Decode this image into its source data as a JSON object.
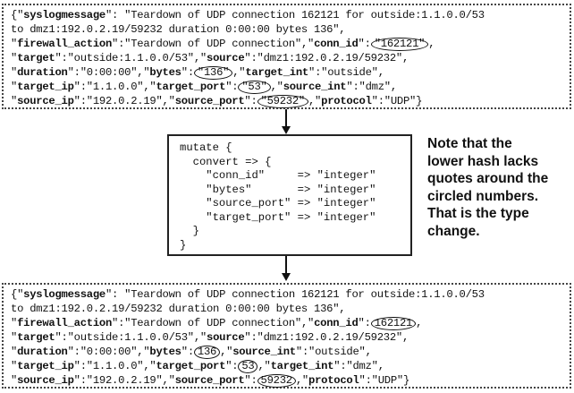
{
  "top_block": {
    "lines": [
      "{\"syslogmessage\": \"Teardown of UDP connection 162121 for outside:1.1.0.0/53",
      "to dmz1:192.0.2.19/59232 duration 0:00:00 bytes 136\",",
      "\"firewall_action\":\"Teardown of UDP connection\",\"conn_id\":\"162121\",",
      "\"target\":\"outside:1.1.0.0/53\",\"source\":\"dmz1:192.0.2.19/59232\",",
      "\"duration\":\"0:00:00\",\"bytes\":\"136\",\"target_int\":\"outside\",",
      "\"target_ip\":\"1.1.0.0\",\"target_port\":\"53\",\"source_int\":\"dmz\",",
      "\"source_ip\":\"192.0.2.19\",\"source_port\":\"59232\",\"protocol\":\"UDP\"}"
    ]
  },
  "mutate_block": {
    "lines": [
      "mutate {",
      "  convert => {",
      "    \"conn_id\"     => \"integer\"",
      "    \"bytes\"       => \"integer\"",
      "    \"source_port\" => \"integer\"",
      "    \"target_port\" => \"integer\"",
      "  }",
      "}"
    ]
  },
  "bottom_block": {
    "lines": [
      "{\"syslogmessage\": \"Teardown of UDP connection 162121 for outside:1.1.0.0/53",
      "to dmz1:192.0.2.19/59232 duration 0:00:00 bytes 136\",",
      "\"firewall_action\":\"Teardown of UDP connection\",\"conn_id\":162121,",
      "\"target\":\"outside:1.1.0.0/53\",\"source\":\"dmz1:192.0.2.19/59232\",",
      "\"duration\":\"0:00:00\",\"bytes\":136,\"source_int\":\"outside\",",
      "\"target_ip\":\"1.1.0.0\",\"target_port\":53,\"target_int\":\"dmz\",",
      "\"source_ip\":\"192.0.2.19\",\"source_port\":59232,\"protocol\":\"UDP\"}"
    ]
  },
  "note": {
    "lines": [
      "Note that the",
      "lower hash lacks",
      "quotes around the",
      "circled numbers.",
      "That is the type",
      "change."
    ]
  },
  "colors": {
    "ink": "#111111",
    "box_border": "#444444",
    "background": "#ffffff"
  }
}
